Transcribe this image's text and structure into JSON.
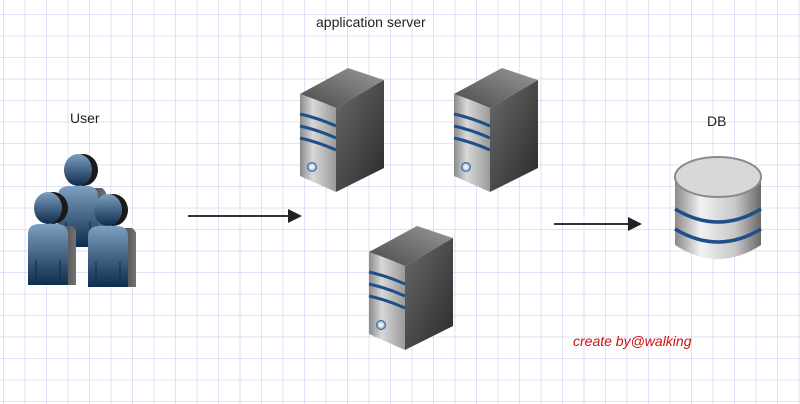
{
  "diagram": {
    "labels": {
      "app_server": "application server",
      "user": "User",
      "db": "DB"
    },
    "credit": "create by@walking",
    "nodes": [
      {
        "id": "users",
        "icon": "user-group-icon"
      },
      {
        "id": "server-1",
        "icon": "server-icon"
      },
      {
        "id": "server-2",
        "icon": "server-icon"
      },
      {
        "id": "server-3",
        "icon": "server-icon"
      },
      {
        "id": "db",
        "icon": "database-icon"
      }
    ],
    "edges": [
      {
        "from": "users",
        "to": "application server"
      },
      {
        "from": "application server",
        "to": "db"
      }
    ],
    "colors": {
      "credit": "#cc1111",
      "accent_stripe": "#1f4f8a",
      "arrow": "#333333"
    }
  }
}
